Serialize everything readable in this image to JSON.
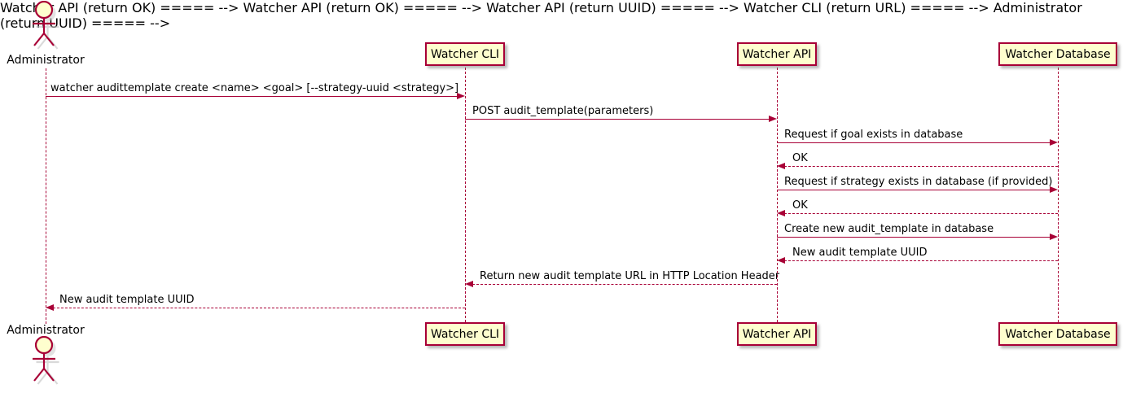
{
  "diagram": {
    "type": "sequence",
    "actor": {
      "name": "Administrator"
    },
    "participants": [
      {
        "id": "cli",
        "label": "Watcher CLI"
      },
      {
        "id": "api",
        "label": "Watcher API"
      },
      {
        "id": "db",
        "label": "Watcher Database"
      }
    ],
    "messages": [
      {
        "from": "Administrator",
        "to": "Watcher CLI",
        "line": "solid",
        "label": "watcher audittemplate create <name> <goal> [--strategy-uuid <strategy>]"
      },
      {
        "from": "Watcher CLI",
        "to": "Watcher API",
        "line": "solid",
        "label": "POST audit_template(parameters)"
      },
      {
        "from": "Watcher API",
        "to": "Watcher Database",
        "line": "solid",
        "label": "Request if goal exists in database"
      },
      {
        "from": "Watcher Database",
        "to": "Watcher API",
        "line": "dashed",
        "label": "OK"
      },
      {
        "from": "Watcher API",
        "to": "Watcher Database",
        "line": "solid",
        "label": "Request if strategy exists in database (if provided)"
      },
      {
        "from": "Watcher Database",
        "to": "Watcher API",
        "line": "dashed",
        "label": "OK"
      },
      {
        "from": "Watcher API",
        "to": "Watcher Database",
        "line": "solid",
        "label": "Create new audit_template in database"
      },
      {
        "from": "Watcher Database",
        "to": "Watcher API",
        "line": "dashed",
        "label": "New audit template UUID"
      },
      {
        "from": "Watcher API",
        "to": "Watcher CLI",
        "line": "dashed",
        "label": "Return new audit template URL in HTTP Location Header"
      },
      {
        "from": "Watcher CLI",
        "to": "Administrator",
        "line": "dashed",
        "label": "New audit template UUID"
      }
    ],
    "colors": {
      "accent": "#A80036",
      "participant_fill": "#FEFECE",
      "text": "#000000",
      "background": "#FFFFFF"
    }
  }
}
